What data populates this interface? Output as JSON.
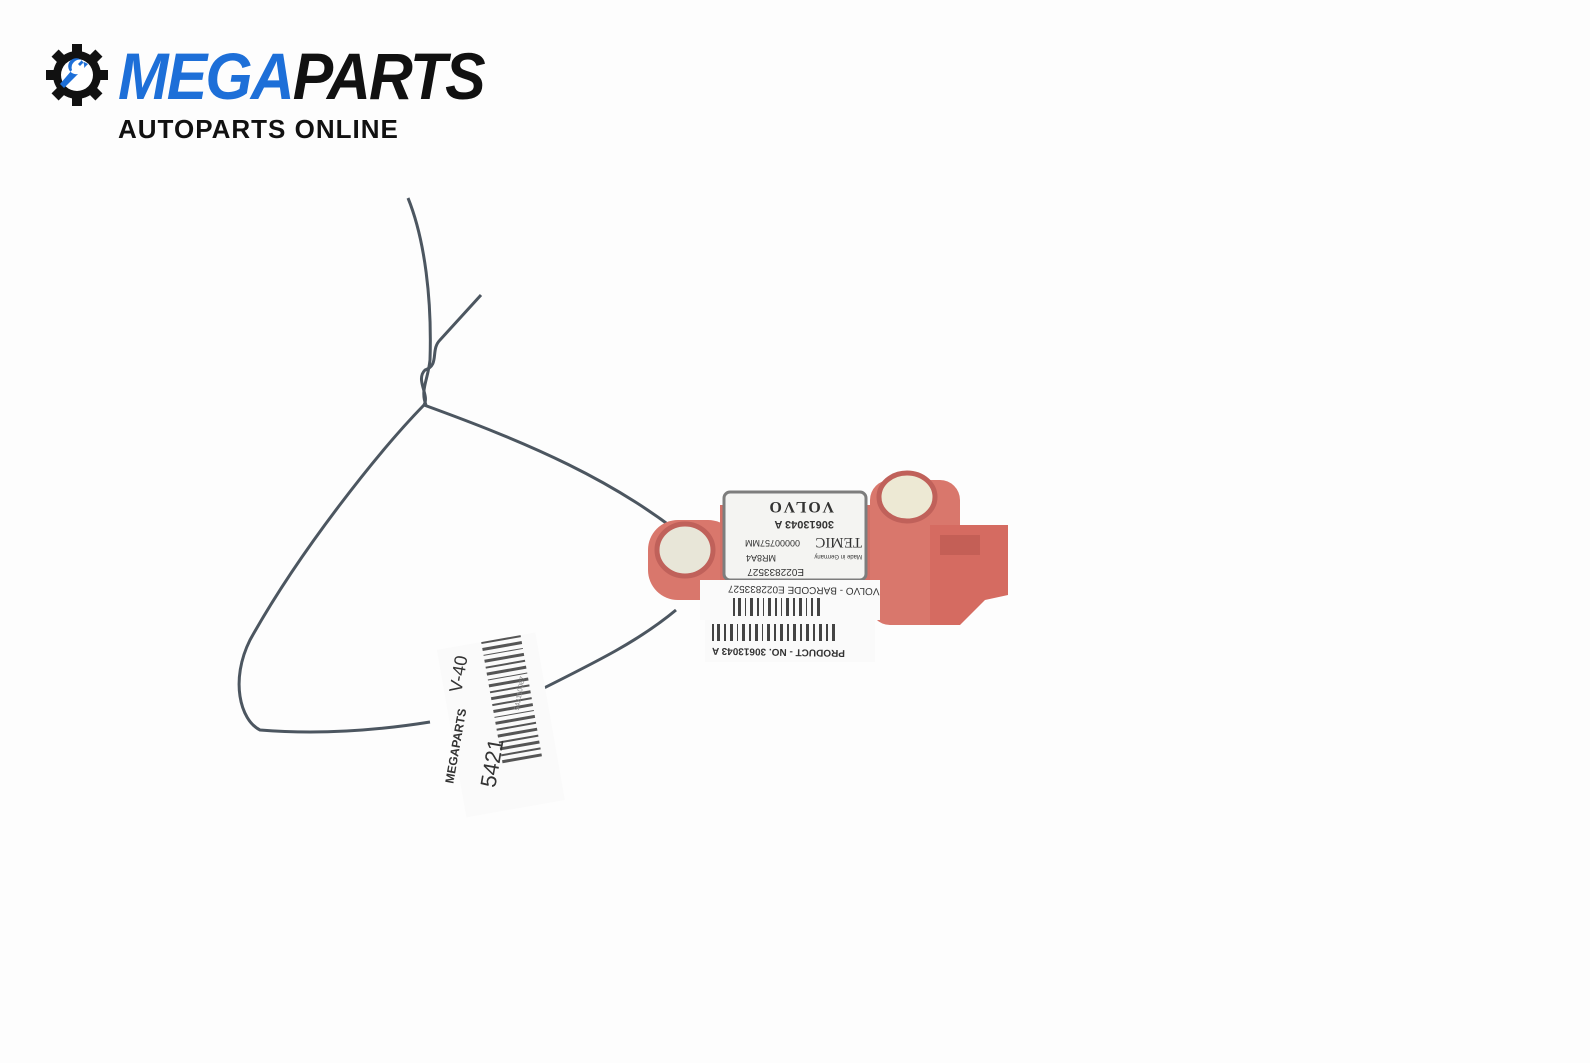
{
  "logo": {
    "brand_part1": "MEGA",
    "brand_part2": "PARTS",
    "tagline": "AUTOPARTS ONLINE"
  },
  "sensor_label": {
    "brand": "VOLVO",
    "part_number": "30613043 A",
    "maker": "TEMIC",
    "origin": "Made in Germany",
    "model": "MR8A4",
    "code": "00000757MM",
    "serial": "E022833527"
  },
  "barcode_sticker": {
    "text": "VOLVO - BARCODE E022833527"
  },
  "product_sticker": {
    "text": "PRODUCT - NO. 30613043 A"
  },
  "tag": {
    "brand": "MEGAPARTS",
    "model": "V-40",
    "number": "5421",
    "barcode_number": "542110087"
  },
  "colors": {
    "brand_blue": "#1d6fd8",
    "sensor_red": "#d9776c",
    "background": "#fdfdfd"
  }
}
